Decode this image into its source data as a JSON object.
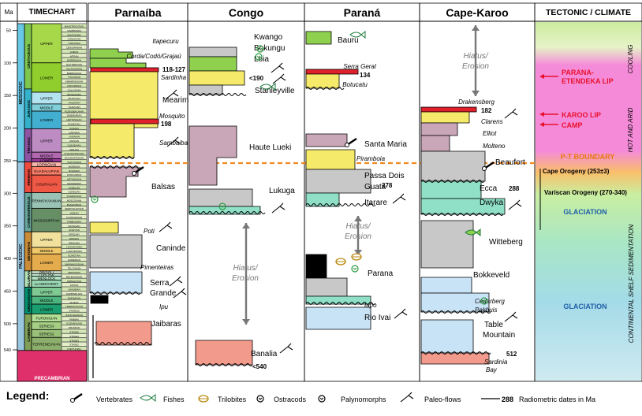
{
  "header": {
    "ma_label": "Ma",
    "timechart": "TIMECHART",
    "basins": [
      "Parnaíba",
      "Congo",
      "Paraná",
      "Cape-Karoo"
    ],
    "tectonic": "TECTONIC / CLIMATE"
  },
  "age_ticks": [
    "50",
    "100",
    "150",
    "200",
    "250",
    "300",
    "350",
    "400",
    "450",
    "500",
    "540"
  ],
  "eras": [
    "MESOZOIC",
    "PALEOZOIC"
  ],
  "periods": [
    {
      "name": "CRETACEOUS",
      "color": "#7fc64e"
    },
    {
      "name": "JURASSIC",
      "color": "#34b2c9"
    },
    {
      "name": "TRIASSIC",
      "color": "#8e53a1"
    },
    {
      "name": "PERMIAN",
      "color": "#ef4b3c"
    },
    {
      "name": "CARBONIFEROUS",
      "color": "#67a59b"
    },
    {
      "name": "DEVONIAN",
      "color": "#cb8c37"
    },
    {
      "name": "SILURIAN",
      "color": "#b3e1b6"
    },
    {
      "name": "ORDOVICIAN",
      "color": "#009270"
    },
    {
      "name": "CAMBRIAN",
      "color": "#7fa056"
    }
  ],
  "precambrian": "PRECAMBRIAN",
  "epochs": [
    {
      "name": "UPPER"
    },
    {
      "name": "LOWER"
    },
    {
      "name": "UPPER"
    },
    {
      "name": "MIDDLE"
    },
    {
      "name": "LOWER"
    },
    {
      "name": "UPPER"
    },
    {
      "name": "MIDDLE"
    },
    {
      "name": "LOWER"
    },
    {
      "name": "LOPINGIAN"
    },
    {
      "name": "GUADALUPIAN"
    },
    {
      "name": "CISURALIAN"
    },
    {
      "name": "PENNSYLVANIAN"
    },
    {
      "name": "MISSISSIPPIAN"
    },
    {
      "name": "UPPER"
    },
    {
      "name": "MIDDLE"
    },
    {
      "name": "LOWER"
    },
    {
      "name": "PRIDOLI"
    },
    {
      "name": "LUDLOW"
    },
    {
      "name": "WENLOCK"
    },
    {
      "name": "LLANDOVERY"
    },
    {
      "name": "UPPER"
    },
    {
      "name": "MIDDLE"
    },
    {
      "name": "LOWER"
    },
    {
      "name": "FURONGIAN"
    },
    {
      "name": "SERIES3"
    },
    {
      "name": "SERIES2"
    },
    {
      "name": "TERRENEUVIAN"
    }
  ],
  "stages": [
    "MAASTRICHTIAN",
    "CAMPANIAN",
    "SANTONIAN",
    "CONIACIAN",
    "TURONIAN",
    "CENOMANIAN",
    "ALBIAN",
    "APTIAN",
    "BARREMIAN",
    "HAUTERIVIAN",
    "VALANGINIAN",
    "BERRIASIAN",
    "TITHONIAN",
    "KIMMERIDGIAN",
    "OXFORDIAN",
    "CALLOVIAN",
    "BATHONIAN",
    "BAJOCIAN",
    "AALENIAN",
    "TOARCIAN",
    "PLIENSBACHIAN",
    "SINEMURIAN",
    "HETTANGIAN",
    "RHAETIAN",
    "NORIAN",
    "CARNIAN",
    "LADINIAN",
    "ANISIAN",
    "OLENEKIAN",
    "INDUAN",
    "CHANGHSINGIAN",
    "WUCHIAPINGIAN",
    "CAPITANIAN",
    "WORDIAN",
    "ROADIAN",
    "KUNGURIAN",
    "ARTINSKIAN",
    "SAKMARIAN",
    "ASSELIAN",
    "GZHELIAN",
    "KASIMOVIAN",
    "MOSCOVIAN",
    "BASHKIRIAN",
    "SERPUKHOVIAN",
    "VISEAN",
    "TOURNAISIAN",
    "FAMENNIAN",
    "FRASNIAN",
    "GIVETIAN",
    "EIFELIAN",
    "EMSIAN",
    "PRAGIAN",
    "LOCHKOVIAN",
    "LUDFORDIAN",
    "GORSTIAN",
    "HOMERIAN",
    "SHEINWOODIAN",
    "TELYCHIAN",
    "AERONIAN",
    "RHUDDANIAN",
    "HIRNANTIAN",
    "KATIAN",
    "SANDBIAN",
    "DARRIWILIAN",
    "DAPINGIAN",
    "FLOIAN",
    "TREMADOCIAN",
    "STAGE10",
    "JIANGSHANIAN",
    "PAIBIAN",
    "GUZHANGIAN",
    "DRUMIAN",
    "STAGE5",
    "STAGE4",
    "STAGE3",
    "STAGE2",
    "FORTUNIAN"
  ],
  "parnaiba": {
    "units": [
      "Itapecuru",
      "Corda/Codó/Grajaú",
      "Sardinha",
      "Mearim",
      "Mosquito",
      "Sambaiba",
      "Balsas",
      "Poti",
      "Caninde",
      "Pimenteiras",
      "Serra",
      "Grande",
      "Ipu",
      "Jaibaras"
    ],
    "dates": [
      "118-127",
      "198"
    ]
  },
  "congo": {
    "units": [
      "Kwango",
      "Bokungu",
      "Loia",
      "Stanleyville",
      "Haute Lueki",
      "Lukuga",
      "Banalia"
    ],
    "dates": [
      "<190",
      "<540"
    ],
    "hiatus": [
      "Hiatus/",
      "Erosion"
    ]
  },
  "parana": {
    "units": [
      "Bauru",
      "Serra Geral",
      "Botucatu",
      "Santa Maria",
      "Piramboia",
      "Passa Dois",
      "Guata",
      "Itarare",
      "Parana",
      "Iapo",
      "Rio Ivai"
    ],
    "dates": [
      "134",
      "278"
    ],
    "hiatus": [
      "Hiatus/",
      "Erosion"
    ]
  },
  "karoo": {
    "units": [
      "Drakensberg",
      "Clarens",
      "Elliot",
      "Molteno",
      "Beaufort",
      "Ecca",
      "Dwyka",
      "Witteberg",
      "Bokkeveld",
      "Cedarberg",
      "Pakhuis",
      "Table",
      "Mountain",
      "Sardinia",
      "Bay"
    ],
    "dates": [
      "182",
      "288",
      "512"
    ],
    "hiatus": [
      "Hiatus/",
      "Erosion"
    ]
  },
  "tectonic": {
    "cooling": "COOLING",
    "lip1": [
      "PARANA-",
      "ETENDEKA LIP"
    ],
    "karoo_lip": "KAROO LIP",
    "camp": "CAMP",
    "hot_arid": "HOT AND ARID",
    "pt": "P-T BOUNDARY",
    "cape": "Cape Orogeny (253±3)",
    "variscan": "Variscan Orogeny (270-340)",
    "glaciation1": "GLACIATION",
    "glaciation2": "GLACIATION",
    "shelf": "CONTINENTAL SHELF SEDIMENTATION",
    "colors": {
      "cooling": "#ccec9e",
      "lip": "#f58bd8",
      "pt": "#f7a535",
      "red": "#e8102d",
      "blue": "#1f5fa8"
    }
  },
  "legend": {
    "title": "Legend:",
    "items": [
      "Vertebrates",
      "Fishes",
      "Trilobites",
      "Ostracods",
      "Palynomorphs",
      "Paleo-flows",
      "Radiometric dates in Ma"
    ],
    "date_sample": "288"
  },
  "colors": {
    "yellow": "#f5ea6a",
    "green": "#8fd14f",
    "mauve": "#c9a6b8",
    "blue": "#c9e3f6",
    "teal": "#8fe0c6",
    "salmon": "#f29b8c",
    "gray": "#c8c8c8",
    "red": "#e0202a",
    "orange": "#e8801a"
  }
}
